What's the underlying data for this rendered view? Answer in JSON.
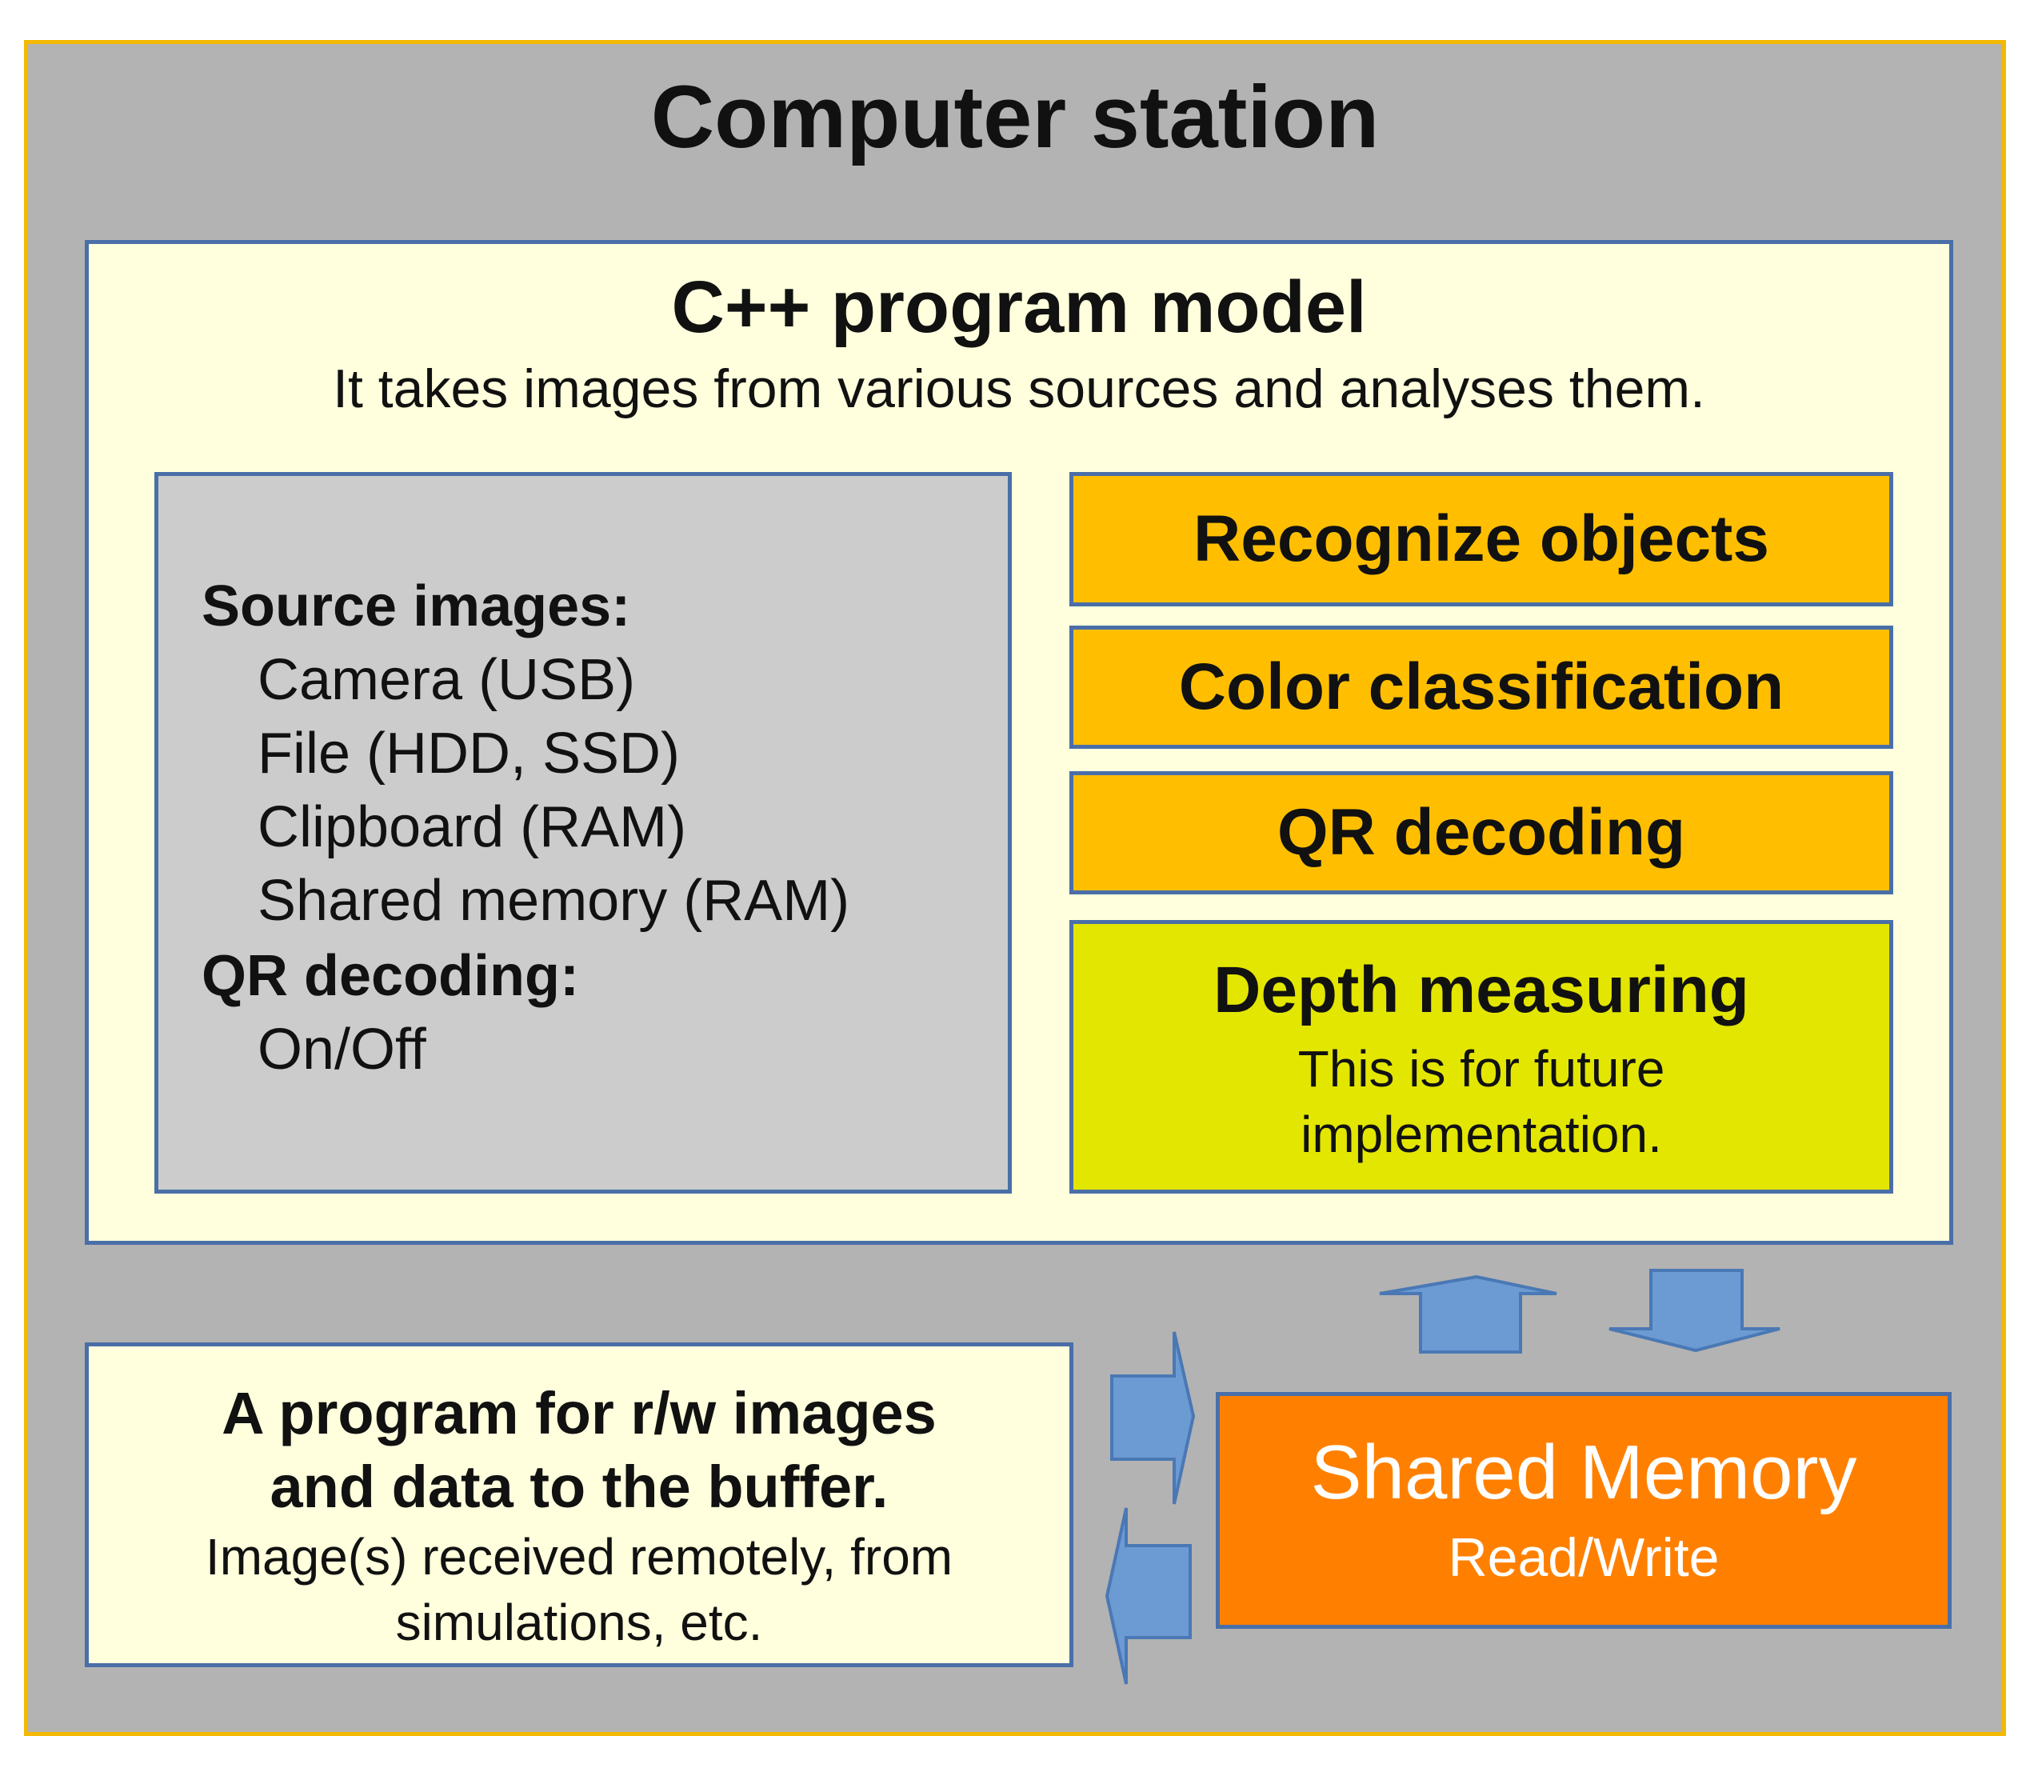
{
  "station": {
    "title": "Computer station"
  },
  "program_model": {
    "title": "C++ program model",
    "subtitle": "It takes images from various sources and analyses them."
  },
  "source_panel": {
    "heading_sources": "Source images:",
    "sources": [
      "Camera (USB)",
      "File (HDD, SSD)",
      "Clipboard (RAM)",
      "Shared memory (RAM)"
    ],
    "heading_qr": "QR decoding:",
    "qr_value": "On/Off"
  },
  "features": {
    "recognize": "Recognize objects",
    "color": "Color classification",
    "qr": "QR decoding",
    "depth_title": "Depth measuring",
    "depth_note_1": "This is for future",
    "depth_note_2": "implementation."
  },
  "rw_program": {
    "title_1": "A program for r/w images",
    "title_2": "and data to the buffer.",
    "note_1": "Image(s) received remotely, from",
    "note_2": "simulations, etc."
  },
  "shared_memory": {
    "title": "Shared Memory",
    "subtitle": "Read/Write"
  },
  "colors": {
    "station_bg": "#b3b3b3",
    "station_border": "#f5b800",
    "panel_cream": "#ffffdd",
    "panel_border": "#4a6fa8",
    "feature_orange": "#ffbf00",
    "depth_yellow": "#e3e600",
    "shared_memory_orange": "#ff8000",
    "arrow_blue": "#6b9bd2"
  }
}
